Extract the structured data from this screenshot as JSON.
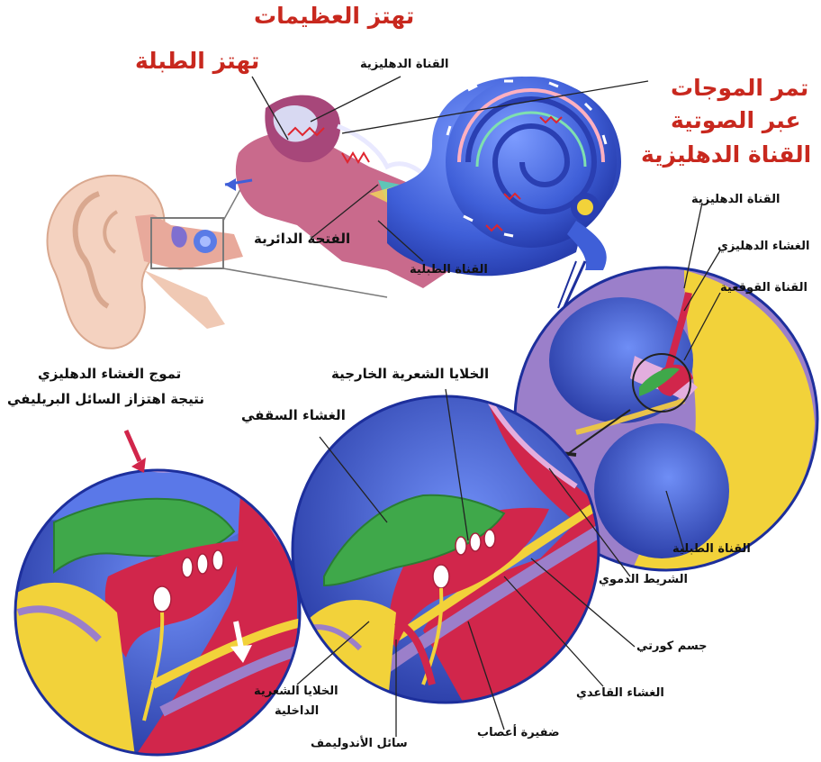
{
  "colors": {
    "blue": "#3f5fd8",
    "dark_blue": "#1d2f9c",
    "red": "#d1264b",
    "green": "#3fa84a",
    "yellow": "#f2d23a",
    "purple": "#8f6bbd",
    "skin": "#f4d2c0",
    "title_red": "#c8281e"
  },
  "labels": {
    "title_ossicles": "تهتز العظيمات",
    "title_eardrum": "تهتز الطبلة",
    "title_waves_1": "تمر الموجات",
    "title_waves_2": "عبر الصوتية",
    "title_waves_3": "القناة الدهليزية",
    "vestibular_canal_top": "القناة الدهليزية",
    "round_window": "الفتحة الدائرية",
    "tympanic_canal_top": "القناة الطبلية",
    "vestibular_canal_right": "القناة الدهليزية",
    "vestibular_membrane_right": "الغشاء الدهليزي",
    "cochlear_duct": "القناة القوقعية",
    "tympanic_canal_right": "القناة الطبلية",
    "stria_vascularis": "الشريط الدموي",
    "outer_hair_cells": "الخلايا الشعرية الخارجية",
    "tectorial_membrane": "الغشاء السقفي",
    "vestibular_wave_1": "تموج الغشاء الدهليزي",
    "vestibular_wave_2": "نتيجة اهتزاز السائل البريليفي",
    "organ_of_corti": "جسم كورتي",
    "basilar_membrane": "الغشاء القاعدي",
    "nerve_plexus": "ضفيرة أعصاب",
    "inner_hair_cells_1": "الخلايا الشعرية",
    "inner_hair_cells_2": "الداخلية",
    "endolymph": "سائل الأندوليمف"
  }
}
